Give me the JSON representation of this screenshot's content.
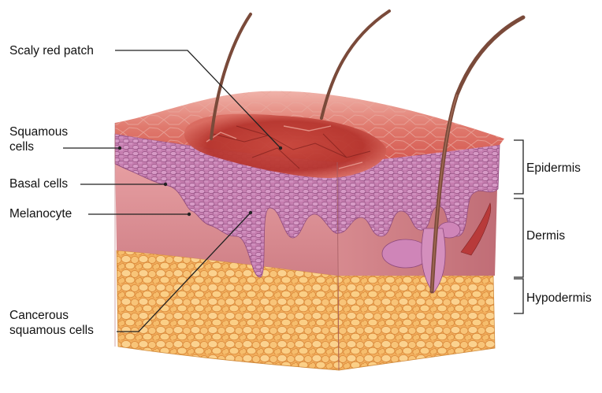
{
  "labels": {
    "scaly_red_patch": "Scaly red patch",
    "squamous_cells_line1": "Squamous",
    "squamous_cells_line2": "cells",
    "basal_cells": "Basal cells",
    "melanocyte": "Melanocyte",
    "cancerous_line1": "Cancerous",
    "cancerous_line2": "squamous cells",
    "epidermis": "Epidermis",
    "dermis": "Dermis",
    "hypodermis": "Hypodermis"
  },
  "colors": {
    "background": "#ffffff",
    "epidermis_top": "#d9544f",
    "lesion": "#b83a33",
    "cells": "#b8649e",
    "dermis": "#d98c92",
    "hypodermis": "#f3b35d",
    "hair": "#7a4a3a",
    "leader": "#222222"
  }
}
